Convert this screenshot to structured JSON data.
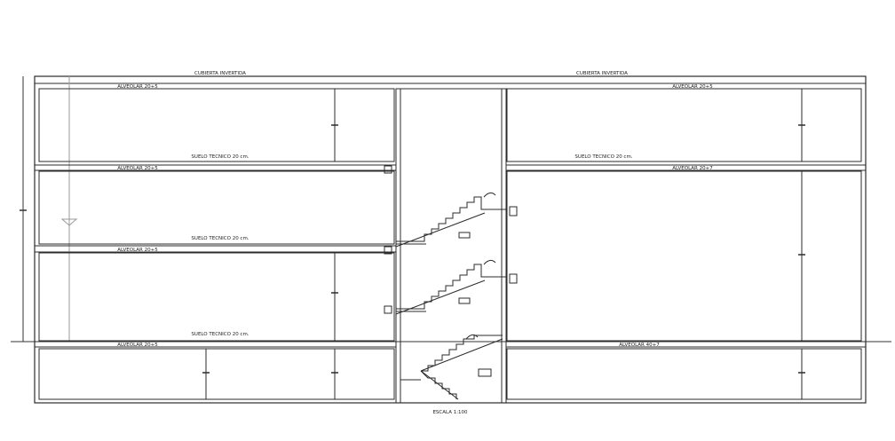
{
  "title": "",
  "labels": {
    "roof_left": "CUBIERTA INVERTIDA",
    "roof_right": "CUBIERTA INVERTIDA",
    "floor3_left": "ALVEOLAR 20+5",
    "floor3_right": "ALVEOLAR 20+5",
    "floor2_left": "ALVEOLAR 20+5",
    "floor2_right": "ALVEOLAR 20+7",
    "floor1_left": "ALVEOLAR 20+5",
    "ground_left": "ALVEOLAR 20+5",
    "ground_right": "ALVEOLAR 40+7",
    "tech_floor_1": "SUELO TECNICO 20 cm.",
    "tech_floor_2": "SUELO TECNICO 20 cm.",
    "tech_floor_3": "SUELO TECNICO 20 cm.",
    "tech_floor_right": "SUELO TECNICO 20 cm."
  },
  "scale": "ESCALA 1:100",
  "colors": {
    "line": "#2b2b2b",
    "light_line": "#9a9a9a",
    "background": "#ffffff"
  }
}
